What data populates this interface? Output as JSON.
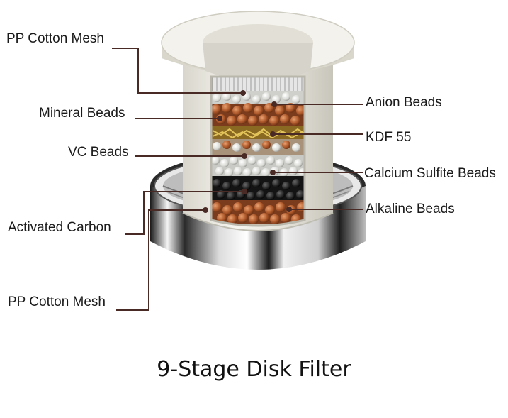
{
  "labels": {
    "pp_cotton_mesh_top": "PP Cotton Mesh",
    "mineral_beads": "Mineral Beads",
    "vc_beads": "VC Beads",
    "activated_carbon": "Activated Carbon",
    "pp_cotton_mesh_bottom": "PP Cotton Mesh",
    "anion_beads": "Anion Beads",
    "kdf_55": "KDF 55",
    "calcium_sulfite_beads": "Calcium Sulfite Beads",
    "alkaline_beads": "Alkaline Beads"
  },
  "caption": "9-Stage Disk Filter",
  "colors": {
    "leader_line": "#4a2a24",
    "body_white": "#efeee6",
    "metal_dark": "#1c1c1c",
    "copper_beads": "#b8683c",
    "kdf_gold": "#b89a3c"
  }
}
